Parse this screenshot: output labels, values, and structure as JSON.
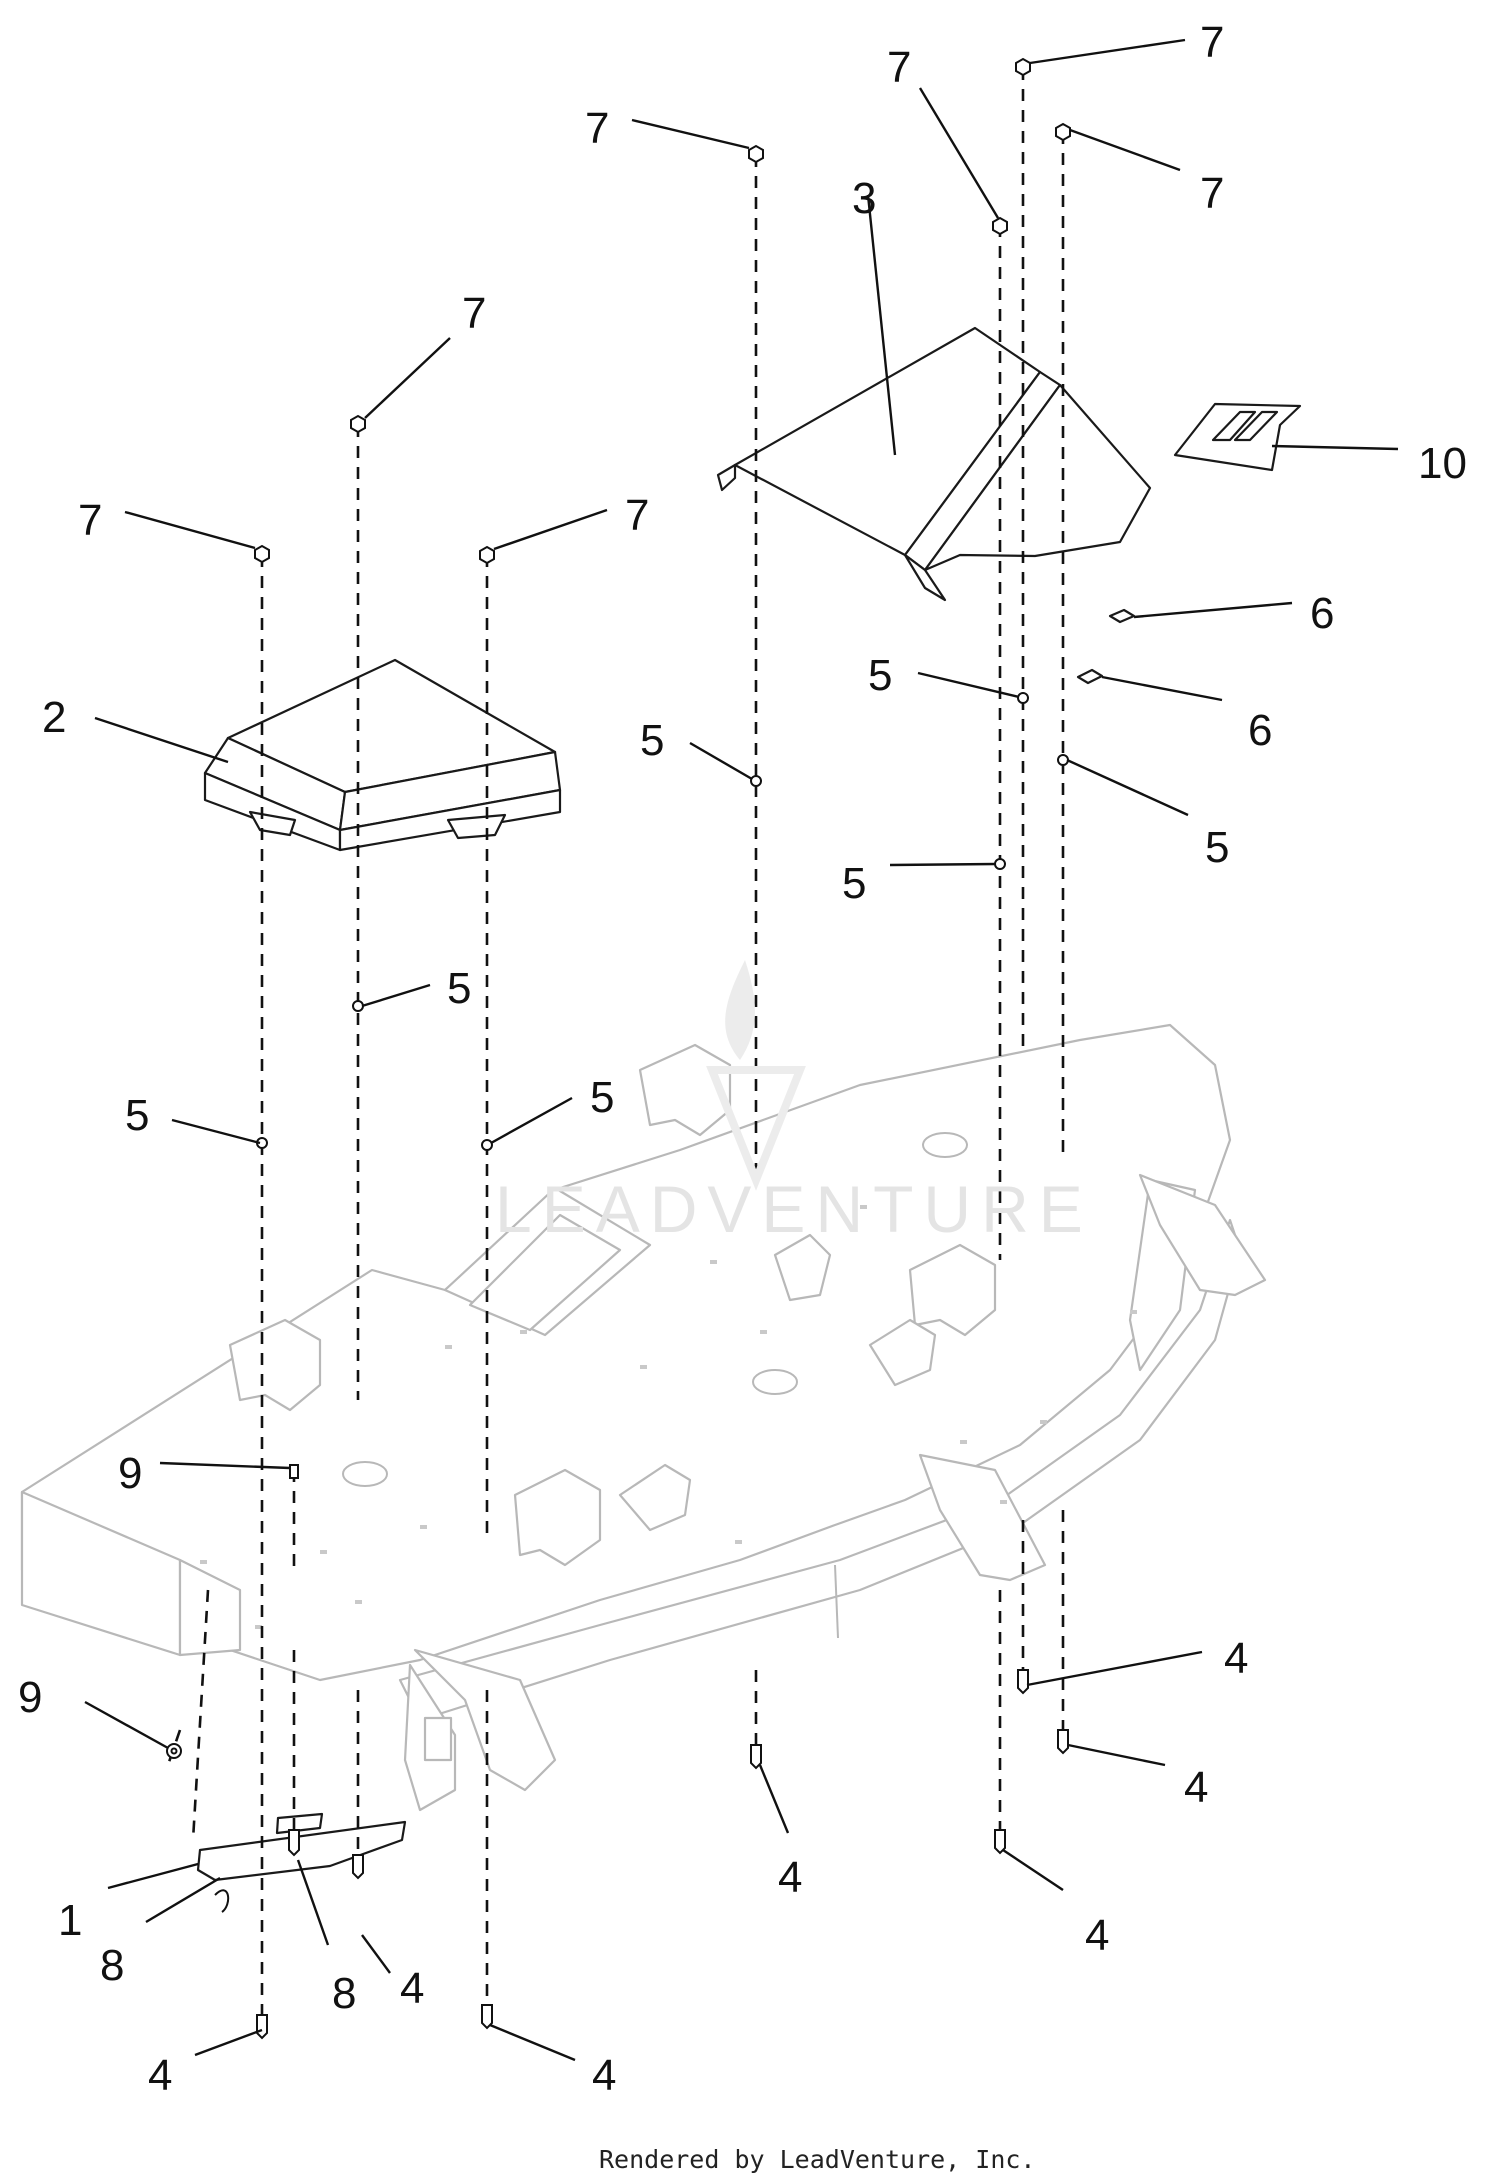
{
  "watermark": "LEADVENTURE",
  "footer": "Rendered by LeadVenture, Inc.",
  "callouts": [
    {
      "n": "1"
    },
    {
      "n": "2"
    },
    {
      "n": "3"
    },
    {
      "n": "4"
    },
    {
      "n": "4"
    },
    {
      "n": "4"
    },
    {
      "n": "4"
    },
    {
      "n": "4"
    },
    {
      "n": "4"
    },
    {
      "n": "4"
    },
    {
      "n": "5"
    },
    {
      "n": "5"
    },
    {
      "n": "5"
    },
    {
      "n": "5"
    },
    {
      "n": "5"
    },
    {
      "n": "5"
    },
    {
      "n": "5"
    },
    {
      "n": "6"
    },
    {
      "n": "6"
    },
    {
      "n": "7"
    },
    {
      "n": "7"
    },
    {
      "n": "7"
    },
    {
      "n": "7"
    },
    {
      "n": "7"
    },
    {
      "n": "7"
    },
    {
      "n": "7"
    },
    {
      "n": "8"
    },
    {
      "n": "8"
    },
    {
      "n": "9"
    },
    {
      "n": "9"
    },
    {
      "n": "10"
    }
  ]
}
